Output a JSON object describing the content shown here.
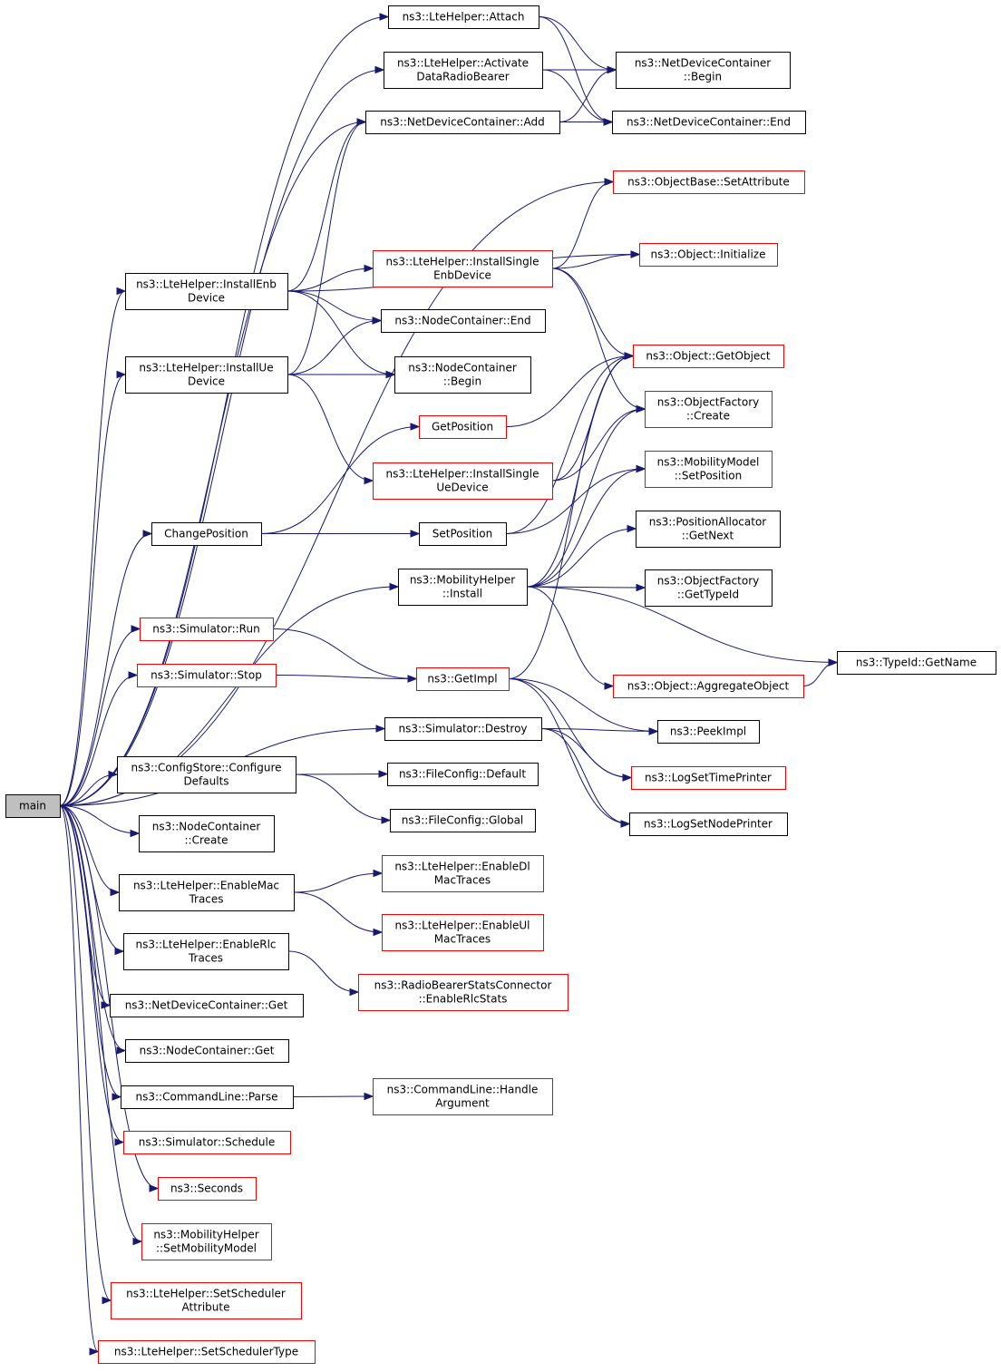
{
  "colors": {
    "edge": "#191970",
    "default_border": "#000000",
    "incomplete_border": "#ff0000",
    "root_fill": "#bfbfbf"
  },
  "nodes": {
    "main": {
      "lines": [
        "main"
      ],
      "style": "root"
    },
    "attach": {
      "lines": [
        "ns3::LteHelper::Attach"
      ],
      "style": "black"
    },
    "activate": {
      "lines": [
        "ns3::LteHelper::Activate",
        "DataRadioBearer"
      ],
      "style": "black"
    },
    "ndcBegin": {
      "lines": [
        "ns3::NetDeviceContainer",
        "::Begin"
      ],
      "style": "black"
    },
    "ndcAdd": {
      "lines": [
        "ns3::NetDeviceContainer::Add"
      ],
      "style": "black"
    },
    "ndcEnd": {
      "lines": [
        "ns3::NetDeviceContainer::End"
      ],
      "style": "black"
    },
    "setAttr": {
      "lines": [
        "ns3::ObjectBase::SetAttribute"
      ],
      "style": "red"
    },
    "objInit": {
      "lines": [
        "ns3::Object::Initialize"
      ],
      "style": "red"
    },
    "installEnb": {
      "lines": [
        "ns3::LteHelper::InstallEnb",
        "Device"
      ],
      "style": "black"
    },
    "installSingleEnb": {
      "lines": [
        "ns3::LteHelper::InstallSingle",
        "EnbDevice"
      ],
      "style": "red"
    },
    "ncEnd": {
      "lines": [
        "ns3::NodeContainer::End"
      ],
      "style": "black"
    },
    "getObject": {
      "lines": [
        "ns3::Object::GetObject"
      ],
      "style": "red"
    },
    "installUe": {
      "lines": [
        "ns3::LteHelper::InstallUe",
        "Device"
      ],
      "style": "black"
    },
    "ncBegin": {
      "lines": [
        "ns3::NodeContainer",
        "::Begin"
      ],
      "style": "black"
    },
    "ofCreate": {
      "lines": [
        "ns3::ObjectFactory",
        "::Create"
      ],
      "style": "red"
    },
    "getPosition": {
      "lines": [
        "GetPosition"
      ],
      "style": "red"
    },
    "installSingleUe": {
      "lines": [
        "ns3::LteHelper::InstallSingle",
        "UeDevice"
      ],
      "style": "red"
    },
    "mmSetPos": {
      "lines": [
        "ns3::MobilityModel",
        "::SetPosition"
      ],
      "style": "red"
    },
    "changePos": {
      "lines": [
        "ChangePosition"
      ],
      "style": "black"
    },
    "setPosition": {
      "lines": [
        "SetPosition"
      ],
      "style": "black"
    },
    "paGetNext": {
      "lines": [
        "ns3::PositionAllocator",
        "::GetNext"
      ],
      "style": "black"
    },
    "mhInstall": {
      "lines": [
        "ns3::MobilityHelper",
        "::Install"
      ],
      "style": "black"
    },
    "ofGetTypeId": {
      "lines": [
        "ns3::ObjectFactory",
        "::GetTypeId"
      ],
      "style": "black"
    },
    "simRun": {
      "lines": [
        "ns3::Simulator::Run"
      ],
      "style": "red"
    },
    "typeIdGetName": {
      "lines": [
        "ns3::TypeId::GetName"
      ],
      "style": "black"
    },
    "simStop": {
      "lines": [
        "ns3::Simulator::Stop"
      ],
      "style": "red"
    },
    "getImpl": {
      "lines": [
        "ns3::GetImpl"
      ],
      "style": "red"
    },
    "aggregate": {
      "lines": [
        "ns3::Object::AggregateObject"
      ],
      "style": "red"
    },
    "simDestroy": {
      "lines": [
        "ns3::Simulator::Destroy"
      ],
      "style": "black"
    },
    "peekImpl": {
      "lines": [
        "ns3::PeekImpl"
      ],
      "style": "black"
    },
    "csConfigure": {
      "lines": [
        "ns3::ConfigStore::Configure",
        "Defaults"
      ],
      "style": "black"
    },
    "fcDefault": {
      "lines": [
        "ns3::FileConfig::Default"
      ],
      "style": "black"
    },
    "logTime": {
      "lines": [
        "ns3::LogSetTimePrinter"
      ],
      "style": "red"
    },
    "fcGlobal": {
      "lines": [
        "ns3::FileConfig::Global"
      ],
      "style": "black"
    },
    "logNode": {
      "lines": [
        "ns3::LogSetNodePrinter"
      ],
      "style": "black"
    },
    "ncCreate": {
      "lines": [
        "ns3::NodeContainer",
        "::Create"
      ],
      "style": "black"
    },
    "enableMac": {
      "lines": [
        "ns3::LteHelper::EnableMac",
        "Traces"
      ],
      "style": "black"
    },
    "enableDl": {
      "lines": [
        "ns3::LteHelper::EnableDl",
        "MacTraces"
      ],
      "style": "red"
    },
    "enableUl": {
      "lines": [
        "ns3::LteHelper::EnableUl",
        "MacTraces"
      ],
      "style": "red"
    },
    "enableRlc": {
      "lines": [
        "ns3::LteHelper::EnableRlc",
        "Traces"
      ],
      "style": "black"
    },
    "rbsc": {
      "lines": [
        "ns3::RadioBearerStatsConnector",
        "::EnableRlcStats"
      ],
      "style": "red"
    },
    "ndcGet": {
      "lines": [
        "ns3::NetDeviceContainer::Get"
      ],
      "style": "black"
    },
    "ncGet": {
      "lines": [
        "ns3::NodeContainer::Get"
      ],
      "style": "black"
    },
    "clParse": {
      "lines": [
        "ns3::CommandLine::Parse"
      ],
      "style": "black"
    },
    "clHandle": {
      "lines": [
        "ns3::CommandLine::Handle",
        "Argument"
      ],
      "style": "red"
    },
    "simSchedule": {
      "lines": [
        "ns3::Simulator::Schedule"
      ],
      "style": "red"
    },
    "seconds": {
      "lines": [
        "ns3::Seconds"
      ],
      "style": "red"
    },
    "mhSetMM": {
      "lines": [
        "ns3::MobilityHelper",
        "::SetMobilityModel"
      ],
      "style": "red"
    },
    "setSchedAttr": {
      "lines": [
        "ns3::LteHelper::SetScheduler",
        "Attribute"
      ],
      "style": "red"
    },
    "setSchedType": {
      "lines": [
        "ns3::LteHelper::SetSchedulerType"
      ],
      "style": "red"
    }
  },
  "edges": [
    [
      "main",
      "attach"
    ],
    [
      "main",
      "activate"
    ],
    [
      "main",
      "ndcAdd"
    ],
    [
      "main",
      "setAttr"
    ],
    [
      "main",
      "installEnb"
    ],
    [
      "main",
      "installUe"
    ],
    [
      "main",
      "changePos"
    ],
    [
      "main",
      "mhInstall"
    ],
    [
      "main",
      "simRun"
    ],
    [
      "main",
      "simStop"
    ],
    [
      "main",
      "simDestroy"
    ],
    [
      "main",
      "csConfigure"
    ],
    [
      "main",
      "ncCreate"
    ],
    [
      "main",
      "enableMac"
    ],
    [
      "main",
      "enableRlc"
    ],
    [
      "main",
      "ndcGet"
    ],
    [
      "main",
      "ncGet"
    ],
    [
      "main",
      "clParse"
    ],
    [
      "main",
      "simSchedule"
    ],
    [
      "main",
      "seconds"
    ],
    [
      "main",
      "mhSetMM"
    ],
    [
      "main",
      "setSchedAttr"
    ],
    [
      "main",
      "setSchedType"
    ],
    [
      "attach",
      "ndcBegin"
    ],
    [
      "attach",
      "ndcEnd"
    ],
    [
      "activate",
      "ndcBegin"
    ],
    [
      "activate",
      "ndcEnd"
    ],
    [
      "ndcAdd",
      "ndcBegin"
    ],
    [
      "ndcAdd",
      "ndcEnd"
    ],
    [
      "installEnb",
      "ndcAdd"
    ],
    [
      "installEnb",
      "installSingleEnb"
    ],
    [
      "installEnb",
      "objInit"
    ],
    [
      "installEnb",
      "ncEnd"
    ],
    [
      "installEnb",
      "ncBegin"
    ],
    [
      "installSingleEnb",
      "setAttr"
    ],
    [
      "installSingleEnb",
      "objInit"
    ],
    [
      "installSingleEnb",
      "getObject"
    ],
    [
      "installSingleEnb",
      "ofCreate"
    ],
    [
      "installUe",
      "ndcAdd"
    ],
    [
      "installUe",
      "ncEnd"
    ],
    [
      "installUe",
      "ncBegin"
    ],
    [
      "installUe",
      "installSingleUe"
    ],
    [
      "installSingleUe",
      "getObject"
    ],
    [
      "installSingleUe",
      "ofCreate"
    ],
    [
      "changePos",
      "getPosition"
    ],
    [
      "changePos",
      "setPosition"
    ],
    [
      "getPosition",
      "getObject"
    ],
    [
      "setPosition",
      "getObject"
    ],
    [
      "setPosition",
      "mmSetPos"
    ],
    [
      "mhInstall",
      "getObject"
    ],
    [
      "mhInstall",
      "ofCreate"
    ],
    [
      "mhInstall",
      "mmSetPos"
    ],
    [
      "mhInstall",
      "paGetNext"
    ],
    [
      "mhInstall",
      "ofGetTypeId"
    ],
    [
      "mhInstall",
      "typeIdGetName"
    ],
    [
      "mhInstall",
      "aggregate"
    ],
    [
      "aggregate",
      "typeIdGetName"
    ],
    [
      "simRun",
      "getImpl"
    ],
    [
      "simStop",
      "getImpl"
    ],
    [
      "getImpl",
      "getObject"
    ],
    [
      "getImpl",
      "peekImpl"
    ],
    [
      "getImpl",
      "logTime"
    ],
    [
      "getImpl",
      "logNode"
    ],
    [
      "simDestroy",
      "peekImpl"
    ],
    [
      "simDestroy",
      "logTime"
    ],
    [
      "simDestroy",
      "logNode"
    ],
    [
      "csConfigure",
      "fcDefault"
    ],
    [
      "csConfigure",
      "fcGlobal"
    ],
    [
      "enableMac",
      "enableDl"
    ],
    [
      "enableMac",
      "enableUl"
    ],
    [
      "enableRlc",
      "rbsc"
    ],
    [
      "clParse",
      "clHandle"
    ]
  ]
}
